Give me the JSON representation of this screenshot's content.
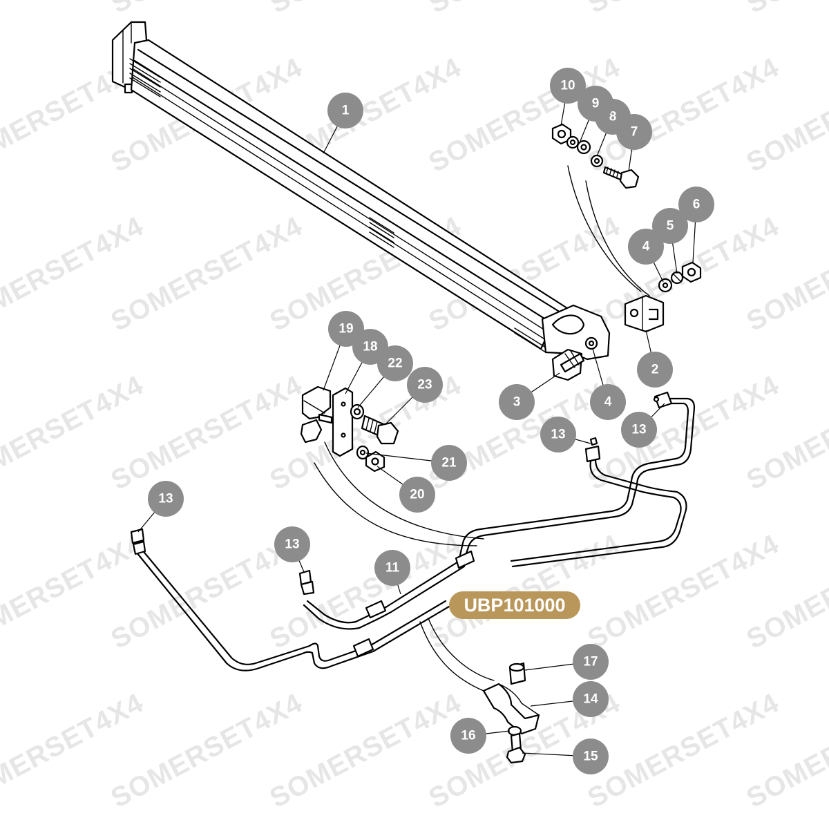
{
  "watermark": "SOMERSET4X4",
  "reference": "UBP101000",
  "colors": {
    "callout_fill": "#8c8c8c",
    "callout_text": "#ffffff",
    "reference_badge": "#b9975b",
    "line": "#000000",
    "watermark": "#e6e6e6"
  },
  "callouts": [
    {
      "id": "c1",
      "label": "1"
    },
    {
      "id": "c2",
      "label": "2"
    },
    {
      "id": "c3",
      "label": "3"
    },
    {
      "id": "c4a",
      "label": "4"
    },
    {
      "id": "c4b",
      "label": "4"
    },
    {
      "id": "c5",
      "label": "5"
    },
    {
      "id": "c6",
      "label": "6"
    },
    {
      "id": "c7",
      "label": "7"
    },
    {
      "id": "c8",
      "label": "8"
    },
    {
      "id": "c9",
      "label": "9"
    },
    {
      "id": "c10",
      "label": "10"
    },
    {
      "id": "c11",
      "label": "11"
    },
    {
      "id": "c13a",
      "label": "13"
    },
    {
      "id": "c13b",
      "label": "13"
    },
    {
      "id": "c13c",
      "label": "13"
    },
    {
      "id": "c13d",
      "label": "13"
    },
    {
      "id": "c14",
      "label": "14"
    },
    {
      "id": "c15",
      "label": "15"
    },
    {
      "id": "c16",
      "label": "16"
    },
    {
      "id": "c17",
      "label": "17"
    },
    {
      "id": "c18",
      "label": "18"
    },
    {
      "id": "c19",
      "label": "19"
    },
    {
      "id": "c20",
      "label": "20"
    },
    {
      "id": "c21",
      "label": "21"
    },
    {
      "id": "c22",
      "label": "22"
    },
    {
      "id": "c23",
      "label": "23"
    }
  ]
}
